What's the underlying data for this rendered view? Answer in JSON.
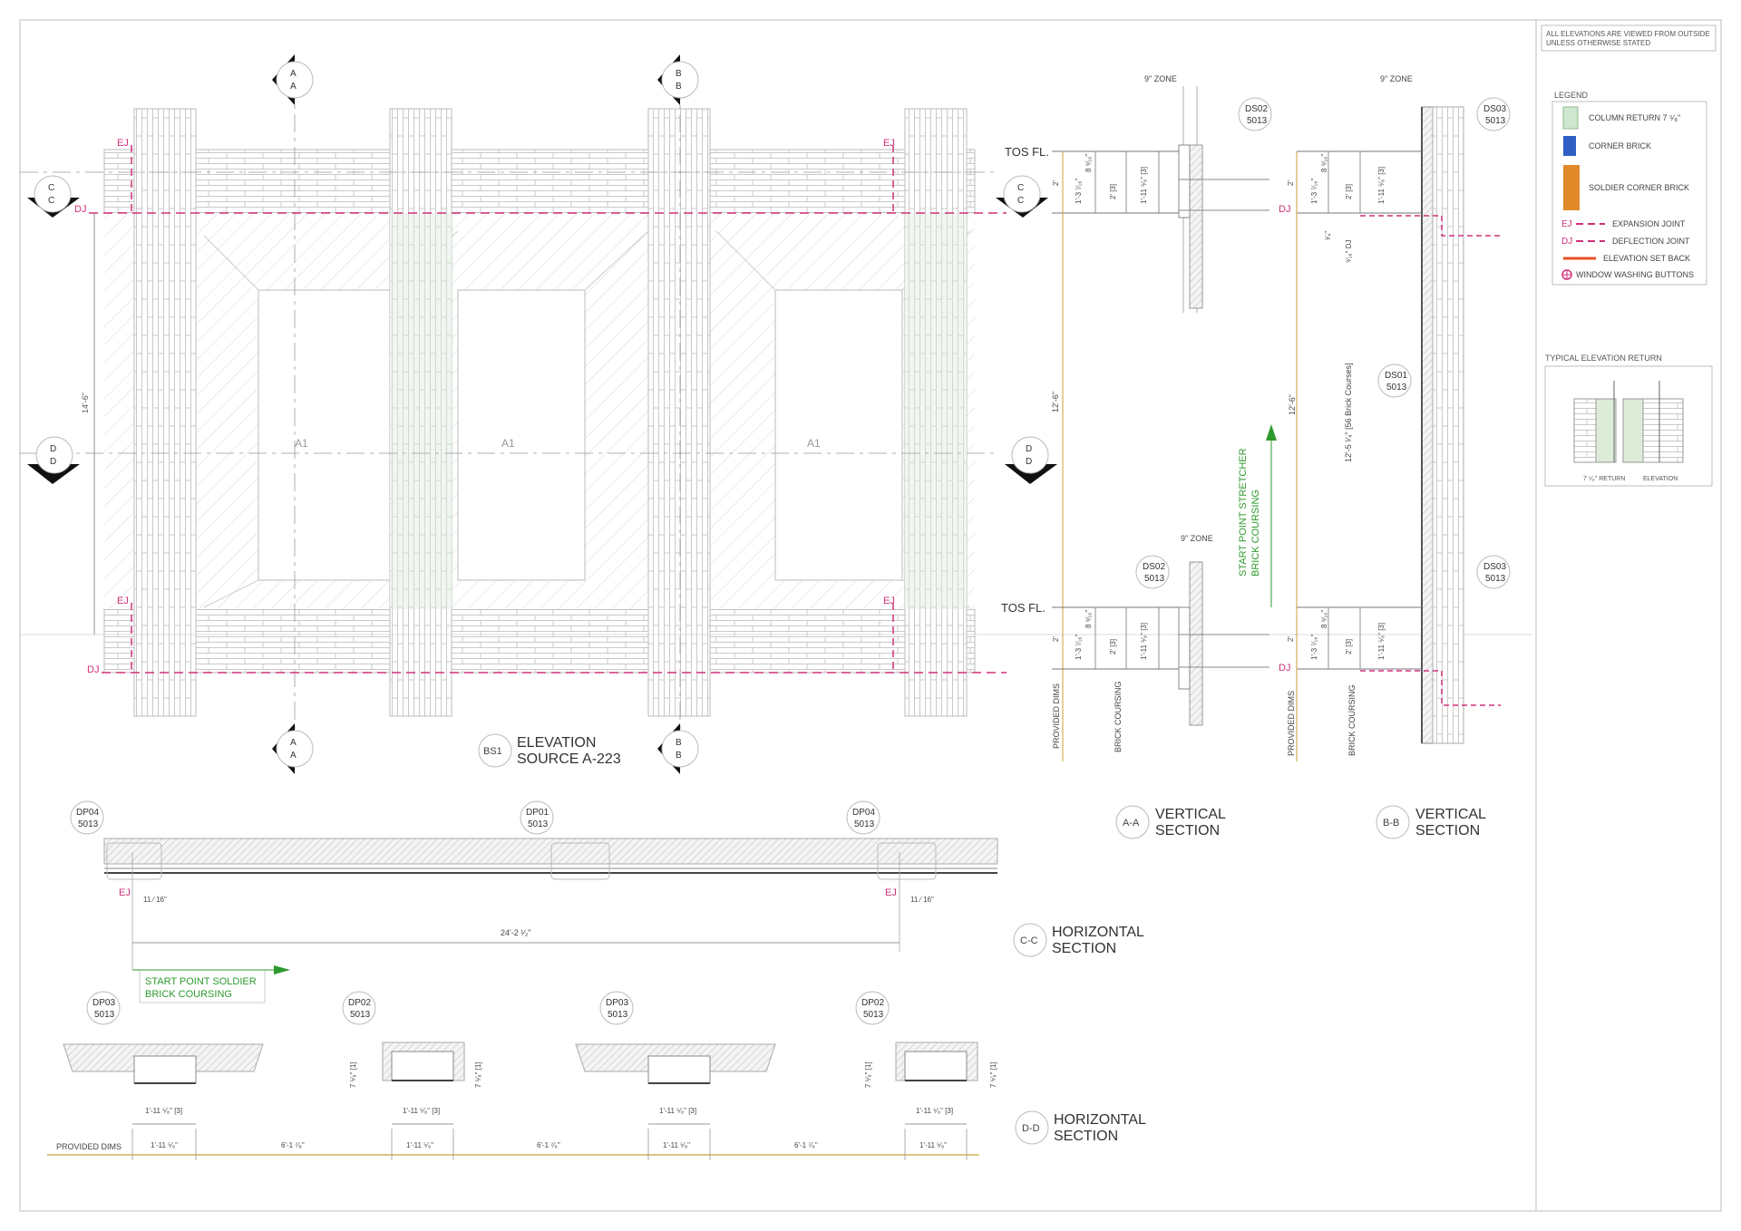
{
  "notes": {
    "line1": "ALL ELEVATIONS ARE VIEWED FROM OUTSIDE",
    "line2": "UNLESS OTHERWISE STATED"
  },
  "legend": {
    "title": "LEGEND",
    "items": [
      {
        "label": "COLUMN RETURN 7 ⁵⁄₈\"",
        "color": "#cfe6cf"
      },
      {
        "label": "CORNER BRICK",
        "color": "#2f5fc4"
      },
      {
        "label": "SOLDIER CORNER BRICK",
        "color": "#e08a2a"
      },
      {
        "label": "EXPANSION JOINT",
        "prefix": "EJ",
        "color": "#d0307a"
      },
      {
        "label": "DEFLECTION JOINT",
        "prefix": "DJ",
        "color": "#d0307a"
      },
      {
        "label": "ELEVATION SET BACK",
        "color": "#e8502a"
      },
      {
        "label": "WINDOW WASHING BUTTONS",
        "color": "#d0307a"
      }
    ]
  },
  "typical_return": {
    "title": "TYPICAL ELEVATION RETURN",
    "label_left": "7 ⁵⁄₈\" RETURN",
    "label_right": "ELEVATION"
  },
  "elevation": {
    "tag": "BS1",
    "title_line1": "ELEVATION",
    "title_line2": "SOURCE A-223",
    "height_dim": "14'-6\"",
    "panel_label": "A1",
    "ej": "EJ",
    "dj": "DJ",
    "markers": {
      "a": "A",
      "b": "B",
      "c": "C",
      "d": "D"
    }
  },
  "section_aa": {
    "tag": "A-A",
    "title_line1": "VERTICAL",
    "title_line2": "SECTION",
    "zone": "9\" ZONE",
    "detail_top": {
      "code": "DS02",
      "num": "5013"
    },
    "detail_bottom": {
      "code": "DS02",
      "num": "5013"
    },
    "tos": "TOS FL.",
    "dim_a": "1'-3 ⁷⁄₁₆\"",
    "dim_b": "8 ⁹⁄₁₆\"",
    "dim_c": "2' [3]",
    "dim_d": "1'-11 ⁵⁄₈\" [3]",
    "dim_e": "2'",
    "dim_total": "12'-6\"",
    "provided": "PROVIDED DIMS",
    "coursing": "BRICK COURSING",
    "start_line1": "START POINT STRETCHER",
    "start_line2": "BRICK COURSING"
  },
  "section_bb": {
    "tag": "B-B",
    "title_line1": "VERTICAL",
    "title_line2": "SECTION",
    "zone": "9\" ZONE",
    "detail_top": {
      "code": "DS03",
      "num": "5013"
    },
    "detail_mid": {
      "code": "DS01",
      "num": "5013"
    },
    "detail_bottom": {
      "code": "DS03",
      "num": "5013"
    },
    "dim_dj": "⁹⁄₁₆\" DJ",
    "dim_34": "³⁄₄\"",
    "dim_courses": "12'-5 ¹⁄₄\" [56 Brick Courses]",
    "dim_total": "12'-6\"",
    "provided": "PROVIDED DIMS",
    "coursing": "BRICK COURSING"
  },
  "section_cc": {
    "tag": "C-C",
    "title_line1": "HORIZONTAL",
    "title_line2": "SECTION",
    "details": [
      {
        "code": "DP04",
        "num": "5013"
      },
      {
        "code": "DP01",
        "num": "5013"
      },
      {
        "code": "DP04",
        "num": "5013"
      }
    ],
    "dim_small": "11 ⁄ 16\"",
    "dim_total": "24'-2 ¹⁄₂\"",
    "start_line1": "START POINT SOLDIER",
    "start_line2": "BRICK COURSING"
  },
  "section_dd": {
    "tag": "D-D",
    "title_line1": "HORIZONTAL",
    "title_line2": "SECTION",
    "details": [
      {
        "code": "DP03",
        "num": "5013"
      },
      {
        "code": "DP02",
        "num": "5013"
      },
      {
        "code": "DP03",
        "num": "5013"
      },
      {
        "code": "DP02",
        "num": "5013"
      }
    ],
    "dim_col": "1'-11 ⁵⁄₈\" [3]",
    "dim_col2": "1'-11 ⁵⁄₈\"",
    "dim_gap": "6'-1 ⁷⁄₈\"",
    "dim_side": "7 ⁵⁄₈\" [1]",
    "provided": "PROVIDED DIMS"
  },
  "colors": {
    "line": "#555555",
    "light": "#bbbbbb",
    "magenta": "#d0307a",
    "green": "#2e9a2e",
    "greenfill": "#dcecd9",
    "gold": "#c8a23a"
  }
}
